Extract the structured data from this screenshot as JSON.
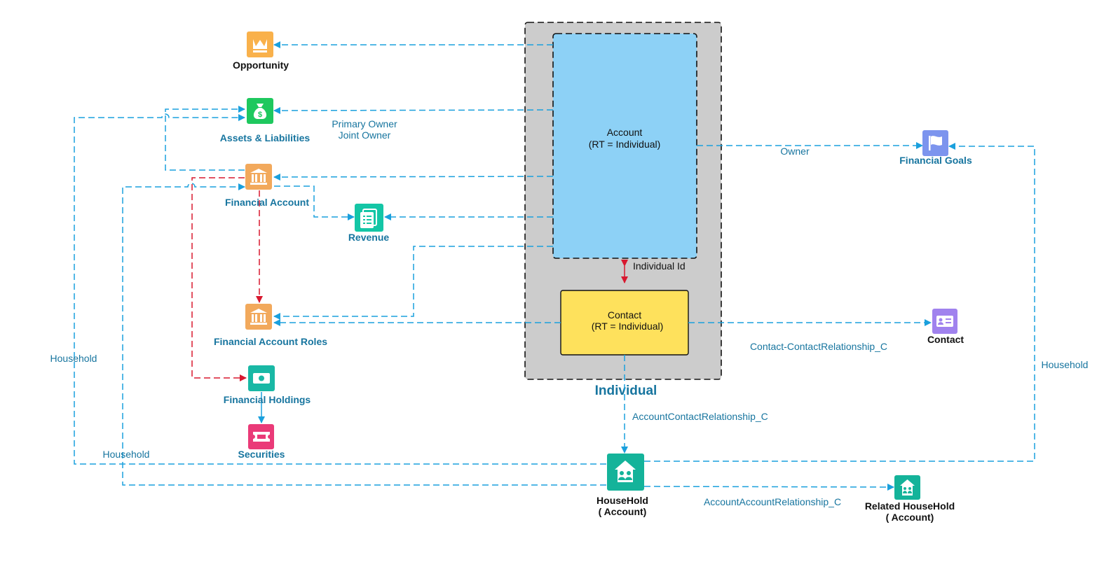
{
  "colors": {
    "edge_blue": "#1aa0dd",
    "edge_red": "#d8182f",
    "label_blue": "#17759f",
    "label_dark": "#111111",
    "account_fill": "#8dd1f6",
    "contact_fill": "#fee15c",
    "group_fill": "#cccccc",
    "opportunity_icon": "#f9b14b",
    "assets_icon": "#1ec85e",
    "financial_account_icon": "#f2a95c",
    "revenue_icon": "#14c6a6",
    "holdings_icon": "#19b8a5",
    "securities_icon": "#ea3a78",
    "household_icon": "#14b39a",
    "goals_icon": "#7c94ee",
    "contact_icon": "#a082ee"
  },
  "group": {
    "label": "Individual"
  },
  "boxes": {
    "account": {
      "line1": "Account",
      "line2": "(RT = Individual)"
    },
    "contact": {
      "line1": "Contact",
      "line2": "(RT = Individual)"
    }
  },
  "nodes": {
    "opportunity": {
      "label": "Opportunity",
      "icon": "crown-icon"
    },
    "assets": {
      "label": "Assets & Liabilities",
      "icon": "money-bag-icon"
    },
    "financial_account": {
      "label": "Financial Account",
      "icon": "bank-icon"
    },
    "revenue": {
      "label": "Revenue",
      "icon": "document-stack-icon"
    },
    "financial_account_roles": {
      "label": "Financial Account Roles",
      "icon": "bank-icon"
    },
    "financial_holdings": {
      "label": "Financial Holdings",
      "icon": "banknote-icon"
    },
    "securities": {
      "label": "Securities",
      "icon": "ticket-icon"
    },
    "household": {
      "line1": "HouseHold",
      "line2": "( Account)",
      "icon": "household-icon"
    },
    "related_household": {
      "line1": "Related HouseHold",
      "line2": "( Account)",
      "icon": "household-icon"
    },
    "financial_goals": {
      "label": "Financial Goals",
      "icon": "flag-icon"
    },
    "contact": {
      "label": "Contact",
      "icon": "contact-card-icon"
    }
  },
  "edge_labels": {
    "primary_owner": "Primary Owner",
    "joint_owner": "Joint Owner",
    "owner": "Owner",
    "individual_id": "Individual Id",
    "contact_contact_relationship": "Contact-ContactRelationship_C",
    "account_contact_relationship": "AccountContactRelationship_C",
    "account_account_relationship": "AccountAccountRelationship_C",
    "household_left": "Household",
    "household_mid": "Household",
    "household_right": "Household"
  }
}
